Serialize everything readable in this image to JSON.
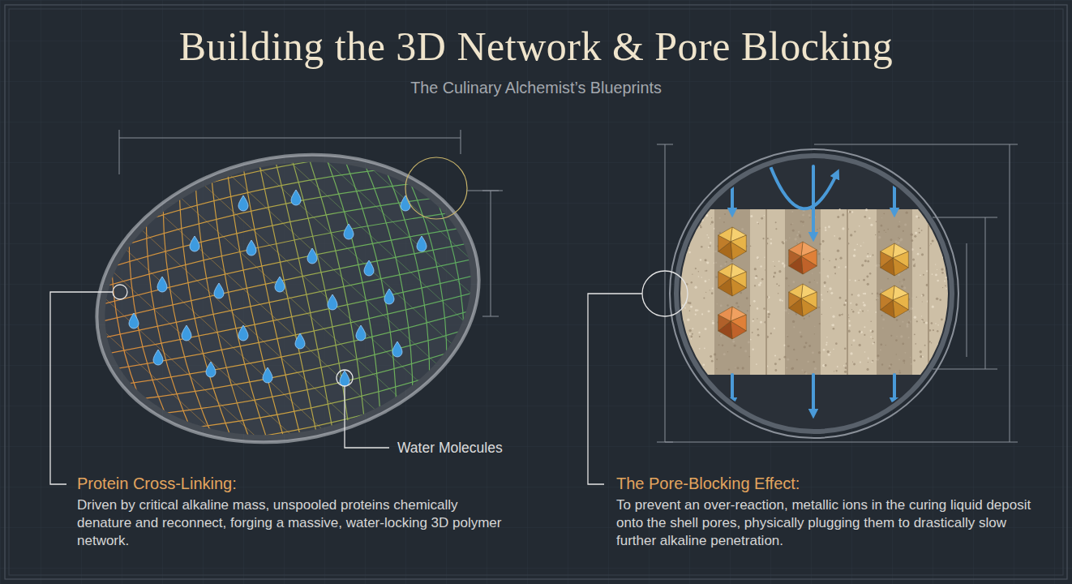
{
  "diagram": {
    "title": "Building the 3D Network & Pore Blocking",
    "labels": [
      "The Culinary Alchemist’s Blueprints",
      "Water Molecules",
      "Protein Cross-Linking:",
      "Driven by critical alkaline mass, unspooled proteins chemically denature and reconnect, forging a massive, water-locking 3D polymer network.",
      "The Pore-Blocking Effect:",
      "To prevent an over-reaction, metallic ions in the curing liquid deposit onto the shell pores, physically plugging them to drastically slow further alkaline penetration."
    ]
  }
}
